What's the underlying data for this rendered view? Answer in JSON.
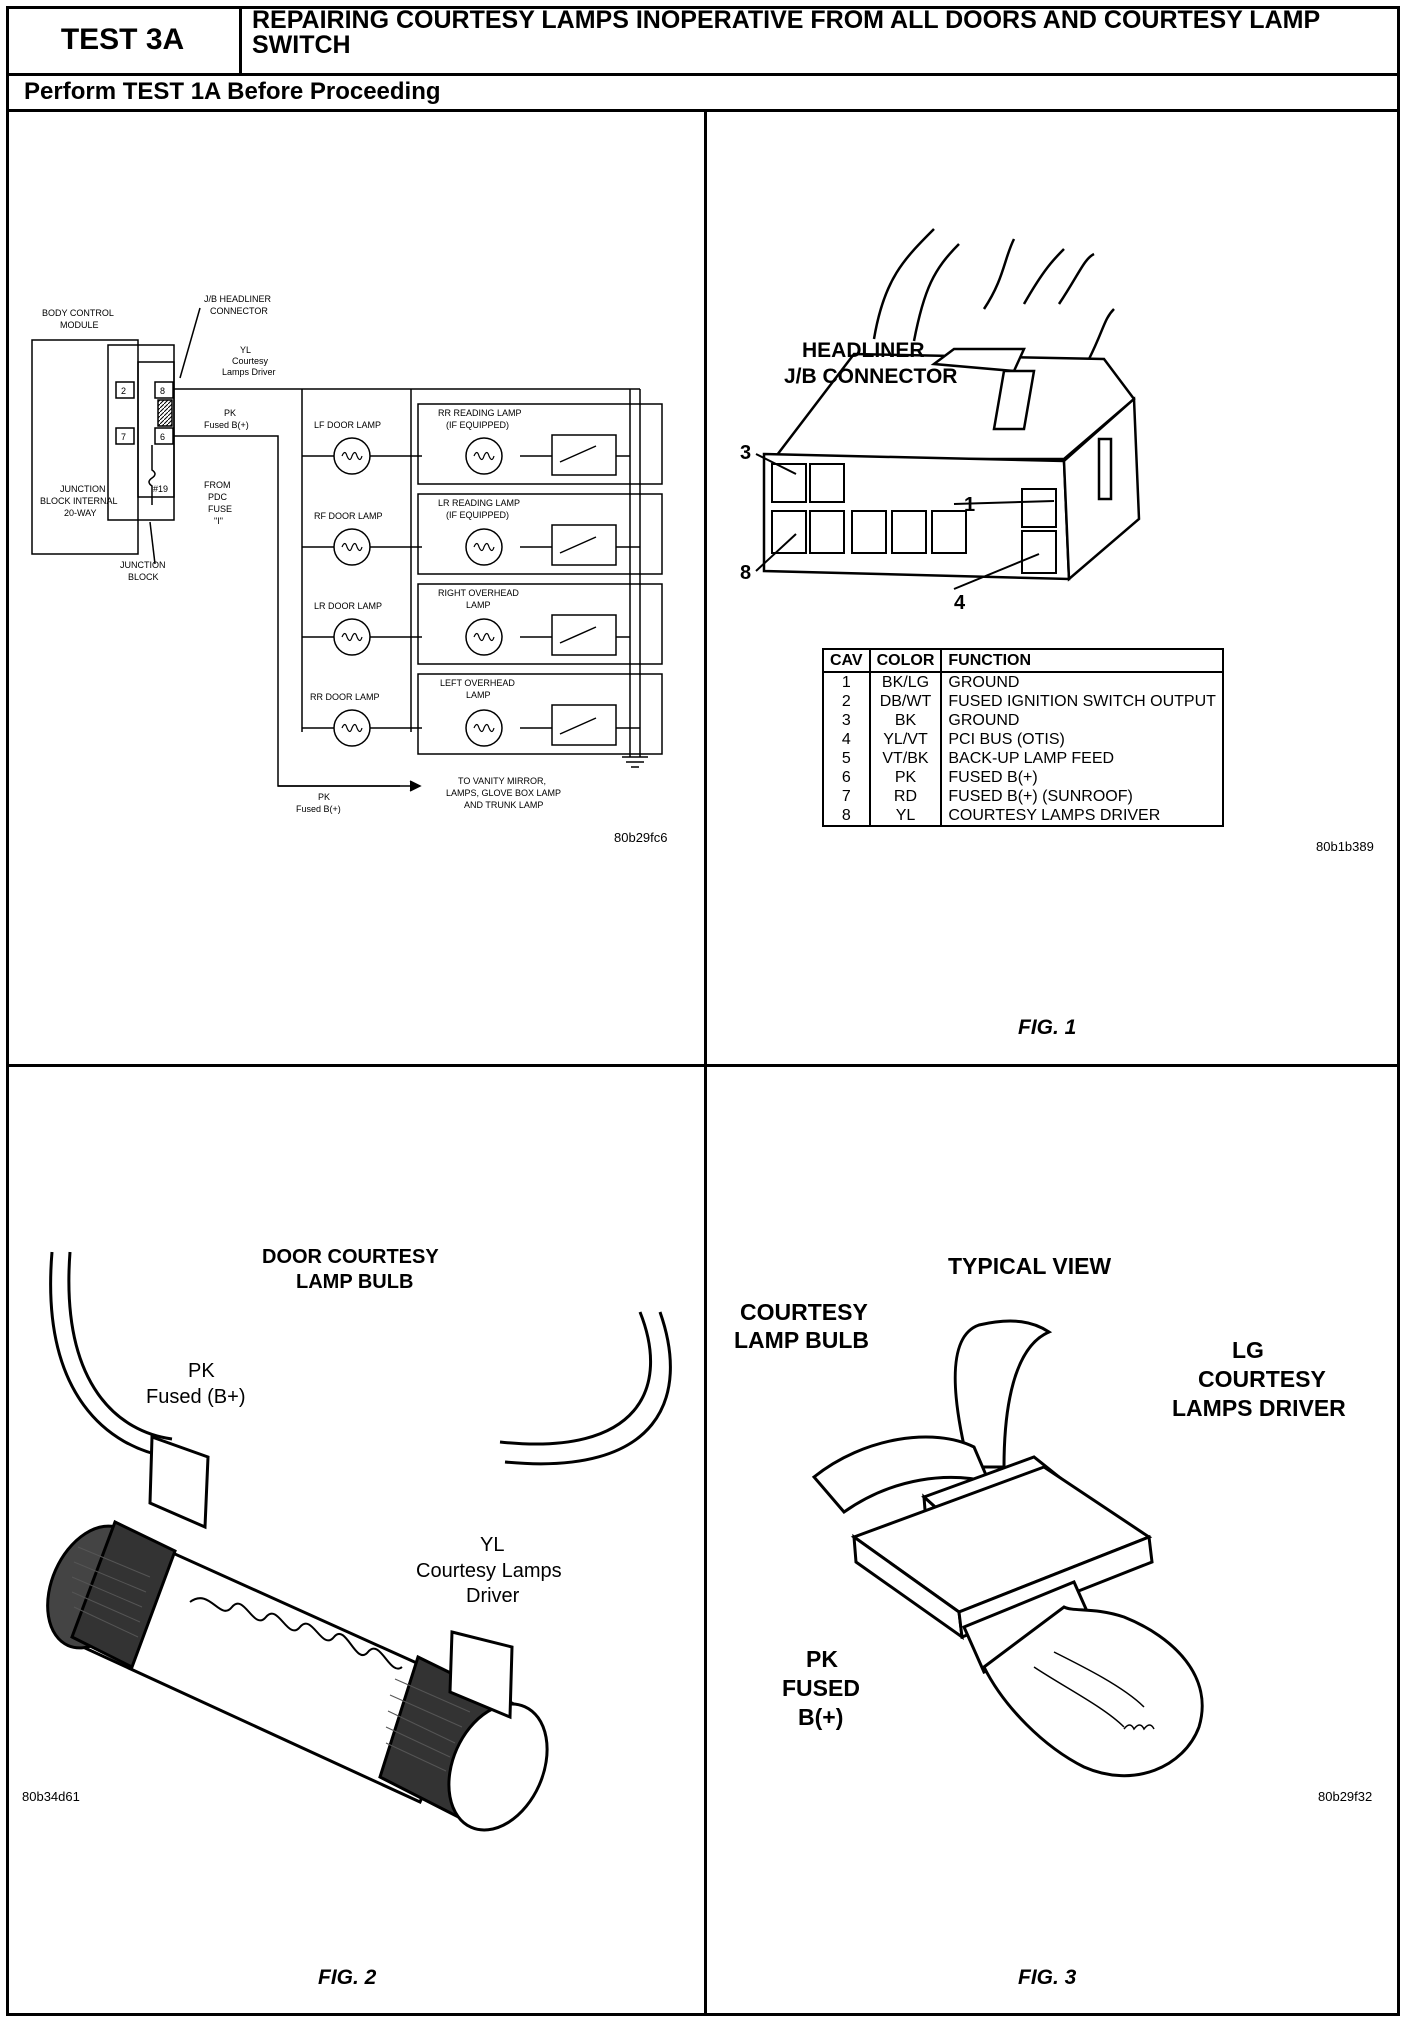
{
  "header": {
    "test_id": "TEST 3A",
    "title": "REPAIRING COURTESY LAMPS INOPERATIVE FROM ALL DOORS AND COURTESY LAMP SWITCH",
    "prerequisite": "Perform TEST 1A Before Proceeding"
  },
  "schematic": {
    "bcm_label_1": "BODY CONTROL",
    "bcm_label_2": "MODULE",
    "jb_conn_1": "J/B HEADLINER",
    "jb_conn_2": "CONNECTOR",
    "yl_1": "YL",
    "yl_2": "Courtesy",
    "yl_3": "Lamps Driver",
    "pk_1": "PK",
    "pk_2": "Fused B(+)",
    "pin_2": "2",
    "pin_7": "7",
    "pin_8": "8",
    "pin_6": "6",
    "fuse_num": "#19",
    "from_pdc_1": "FROM",
    "from_pdc_2": "PDC",
    "from_pdc_3": "FUSE",
    "from_pdc_4": "\"I\"",
    "jb_int_1": "JUNCTION",
    "jb_int_2": "BLOCK INTERNAL",
    "jb_int_3": "20-WAY",
    "jb_1": "JUNCTION",
    "jb_2": "BLOCK",
    "lf_door": "LF DOOR LAMP",
    "rf_door": "RF DOOR LAMP",
    "lr_door": "LR DOOR LAMP",
    "rr_door": "RR DOOR LAMP",
    "rr_read_1": "RR READING LAMP",
    "rr_read_2": "(IF EQUIPPED)",
    "lr_read_1": "LR READING LAMP",
    "lr_read_2": "(IF EQUIPPED)",
    "right_oh_1": "RIGHT OVERHEAD",
    "right_oh_2": "LAMP",
    "left_oh_1": "LEFT OVERHEAD",
    "left_oh_2": "LAMP",
    "bottom_pk_1": "PK",
    "bottom_pk_2": "Fused B(+)",
    "vanity_1": "TO VANITY MIRROR,",
    "vanity_2": "LAMPS, GLOVE BOX LAMP",
    "vanity_3": "AND TRUNK LAMP",
    "code": "80b29fc6"
  },
  "fig1": {
    "title_1": "HEADLINER",
    "title_2": "J/B CONNECTOR",
    "callout_3": "3",
    "callout_1": "1",
    "callout_8": "8",
    "callout_4": "4",
    "table_headers": [
      "CAV",
      "COLOR",
      "FUNCTION"
    ],
    "table_rows": [
      {
        "cav": "1",
        "color": "BK/LG",
        "function": "GROUND"
      },
      {
        "cav": "2",
        "color": "DB/WT",
        "function": "FUSED IGNITION SWITCH OUTPUT"
      },
      {
        "cav": "3",
        "color": "BK",
        "function": "GROUND"
      },
      {
        "cav": "4",
        "color": "YL/VT",
        "function": "PCI BUS (OTIS)"
      },
      {
        "cav": "5",
        "color": "VT/BK",
        "function": "BACK-UP LAMP FEED"
      },
      {
        "cav": "6",
        "color": "PK",
        "function": "FUSED B(+)"
      },
      {
        "cav": "7",
        "color": "RD",
        "function": "FUSED B(+) (SUNROOF)"
      },
      {
        "cav": "8",
        "color": "YL",
        "function": "COURTESY LAMPS DRIVER"
      }
    ],
    "code": "80b1b389",
    "caption": "FIG. 1"
  },
  "fig2": {
    "title_1": "DOOR COURTESY",
    "title_2": "LAMP BULB",
    "pk_1": "PK",
    "pk_2": "Fused (B+)",
    "yl_1": "YL",
    "yl_2": "Courtesy Lamps",
    "yl_3": "Driver",
    "code": "80b34d61",
    "caption": "FIG. 2"
  },
  "fig3": {
    "title": "TYPICAL VIEW",
    "bulb_1": "COURTESY",
    "bulb_2": "LAMP BULB",
    "lg_1": "LG",
    "lg_2": "COURTESY",
    "lg_3": "LAMPS DRIVER",
    "pk_1": "PK",
    "pk_2": "FUSED",
    "pk_3": "B(+)",
    "code": "80b29f32",
    "caption": "FIG. 3"
  }
}
